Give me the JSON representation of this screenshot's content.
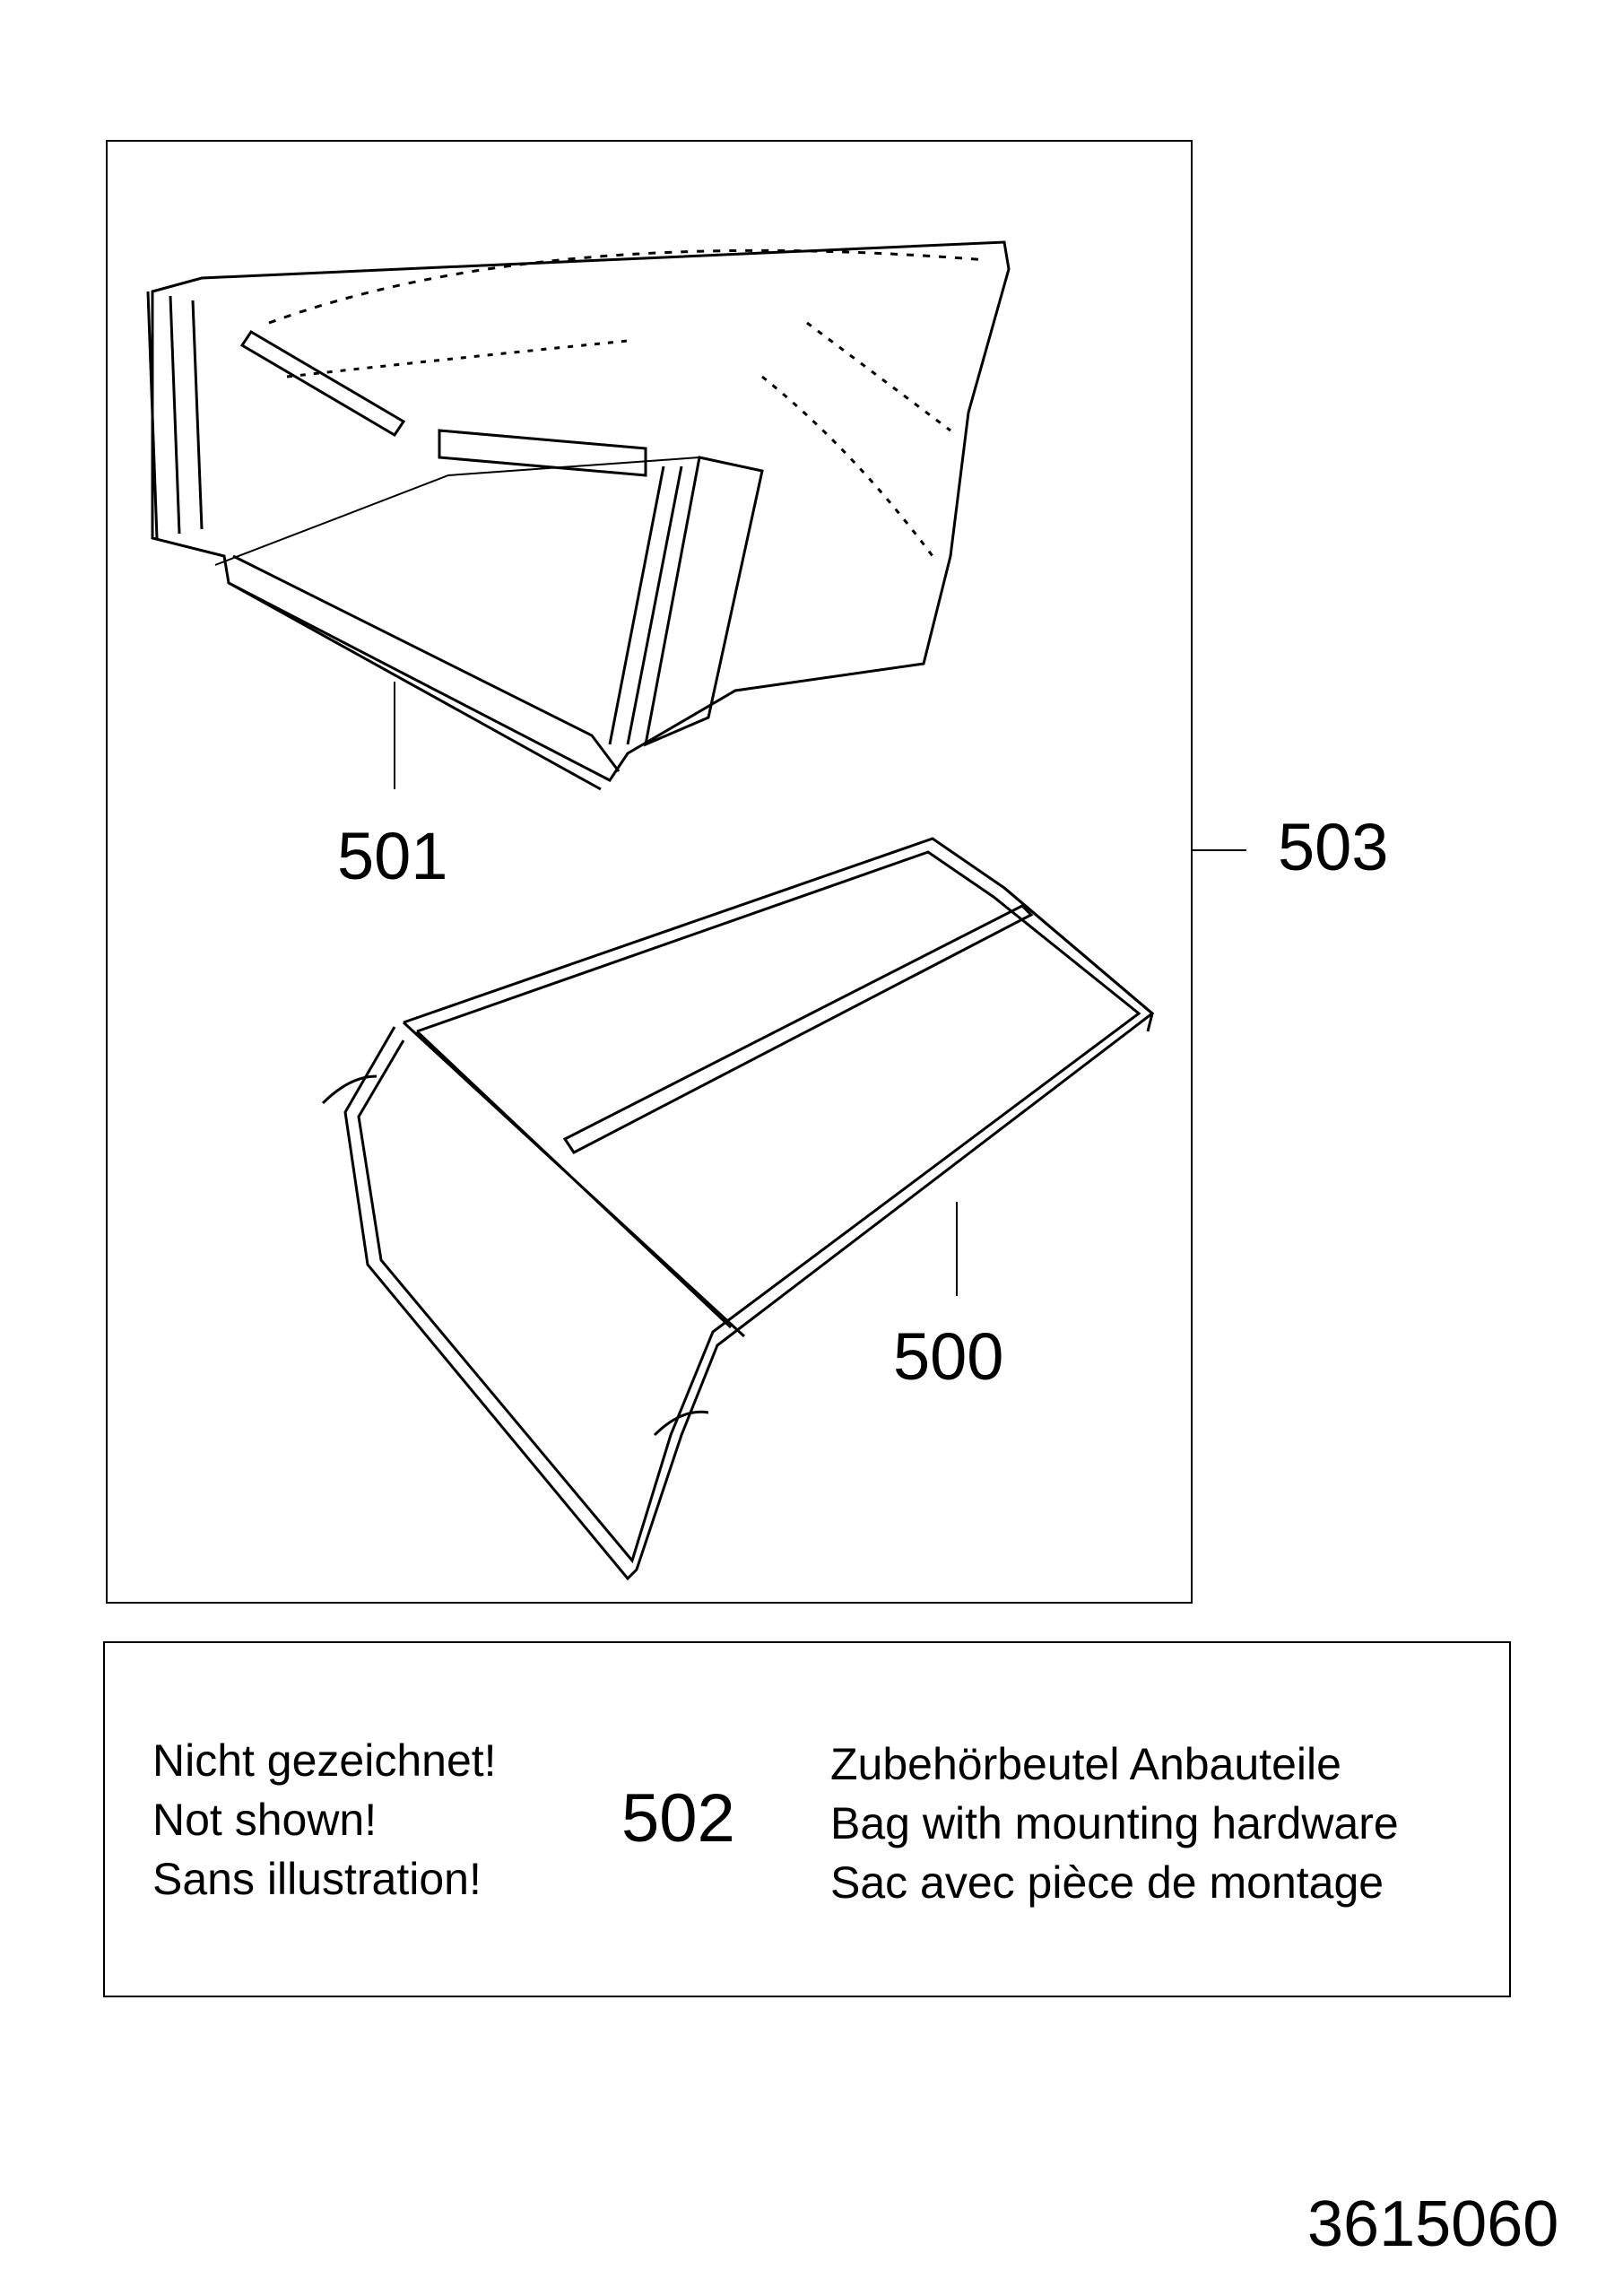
{
  "diagram": {
    "callouts": {
      "bag": "501",
      "frame": "500",
      "assembly": "503",
      "hardware_bag": "502"
    },
    "note": {
      "not_shown": [
        "Nicht gezeichnet!",
        "Not shown!",
        "Sans illustration!"
      ],
      "description": [
        "Zubehörbeutel Anbauteile",
        "Bag with mounting hardware",
        "Sac avec pièce de montage"
      ]
    },
    "drawing_number": "3615060"
  }
}
